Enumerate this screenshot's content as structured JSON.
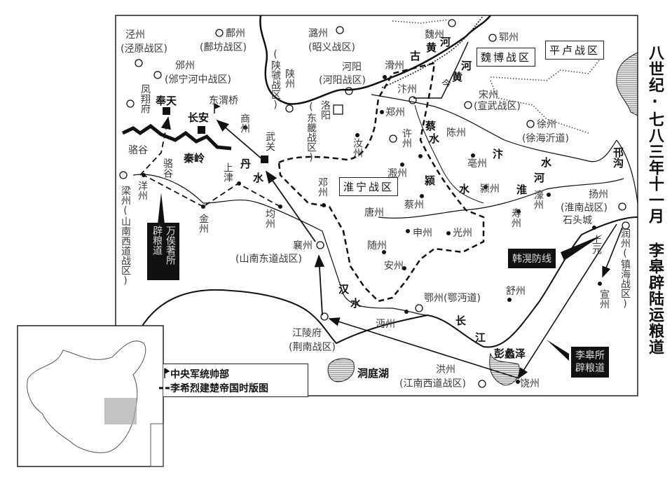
{
  "title": "八世纪·七八三年十一月 李皋辟陆运粮道",
  "legend": {
    "hq": "中央军统帅部",
    "boundary": "李希烈建楚帝国时版图"
  },
  "boxes": {
    "weibo": "魏博战区",
    "pinglu": "平卢战区",
    "huaining": "淮宁战区"
  },
  "black_boxes": {
    "moqi_road_1": "万俟著所",
    "moqi_road_2": "辟粮道",
    "hanhuang": "韩滉防线",
    "ligao_road_1": "李皋所",
    "ligao_road_2": "辟粮道"
  },
  "labels": {
    "jingzhou": "泾州",
    "jingyuan": "(泾原战区)",
    "fuzhou": "鄜州",
    "fufang": "(鄜坊战区)",
    "binzhou": "邠州",
    "binning": "(邠宁河中战区)",
    "fengxiang": "凤翔府",
    "fengtian": "奉天",
    "dongweiqiao": "东渭桥",
    "changan": "长安",
    "shangzhou": "商州",
    "wuguan": "武关",
    "qinling": "秦岭",
    "luogu1": "骆谷",
    "luogu2": "骆谷",
    "shangjin": "上津",
    "dan": "丹",
    "shui_dan": "水",
    "yangzhou_w": "洋州",
    "liangzhou": "梁州(山南西道战区)",
    "jinzhou": "金州",
    "junzhou": "均州",
    "xiangzhou": "襄州",
    "shannandong": "(山南东道战区)",
    "dengzhou": "邓州",
    "tangzhou": "唐州",
    "ruzhou": "汝州",
    "luzhou": "潞州",
    "zhaoyi": "(昭义战区)",
    "shanguo": "(陕虢战区)",
    "shanzhou": "陕州",
    "heyang": "河阳",
    "heyang_zone": "(河阳战区)",
    "luoyang": "洛阳",
    "dongji": "(东畿战区)",
    "huazhou": "滑州",
    "weizhou": "魏州",
    "gu": "古",
    "huang1": "黄",
    "he1": "河",
    "yunzhou": "郓州",
    "he2": "河",
    "huang2": "黄",
    "jin": "今",
    "bianzhou": "汴州",
    "zhengzhou": "郑州",
    "xuzhou_n": "许州",
    "cai": "蔡",
    "shui_cai": "水",
    "chenzhou": "陈州",
    "songzhou": "宋州",
    "xuanwu": "(宣武战区)",
    "xuzhou": "徐州",
    "xuhaiyi": "(徐海沂道)",
    "bozhou": "亳州",
    "bian": "汴",
    "shui_bian": "水",
    "hangou": "邗沟",
    "yinzhou": "溵州",
    "ying": "颍",
    "shui_ying": "水",
    "yingzhou": "颍州",
    "huai": "淮",
    "he_huai": "河",
    "haozhou": "濠州",
    "yangzhou": "扬州",
    "huainan": "(淮南战区)",
    "caizhou": "蔡州",
    "shouzhou": "寿州",
    "shenzhou": "申州",
    "guangzhou": "光州",
    "suizhou": "随州",
    "anzhou": "安州",
    "han": "汉",
    "shui_han": "水",
    "shitoucheng": "石头城",
    "shangyuan": "上元",
    "runzhou": "润州(镇海战区)",
    "xuanzhou": "宣州",
    "shuzhou": "舒州",
    "ezhou": "鄂州(鄂沔道)",
    "mianzhou": "沔州",
    "chang": "长",
    "jiang": "江",
    "pengli": "彭蠡泽",
    "dongting": "洞庭湖",
    "hongzhou": "洪州",
    "jiangnanxi": "(江南西道战区)",
    "raozhou": "饶州",
    "jiangling": "江陵府",
    "jingnan": "(荆南战区)"
  },
  "colors": {
    "ink": "#111111",
    "text": "#3a3a3a",
    "box": "#111111"
  }
}
